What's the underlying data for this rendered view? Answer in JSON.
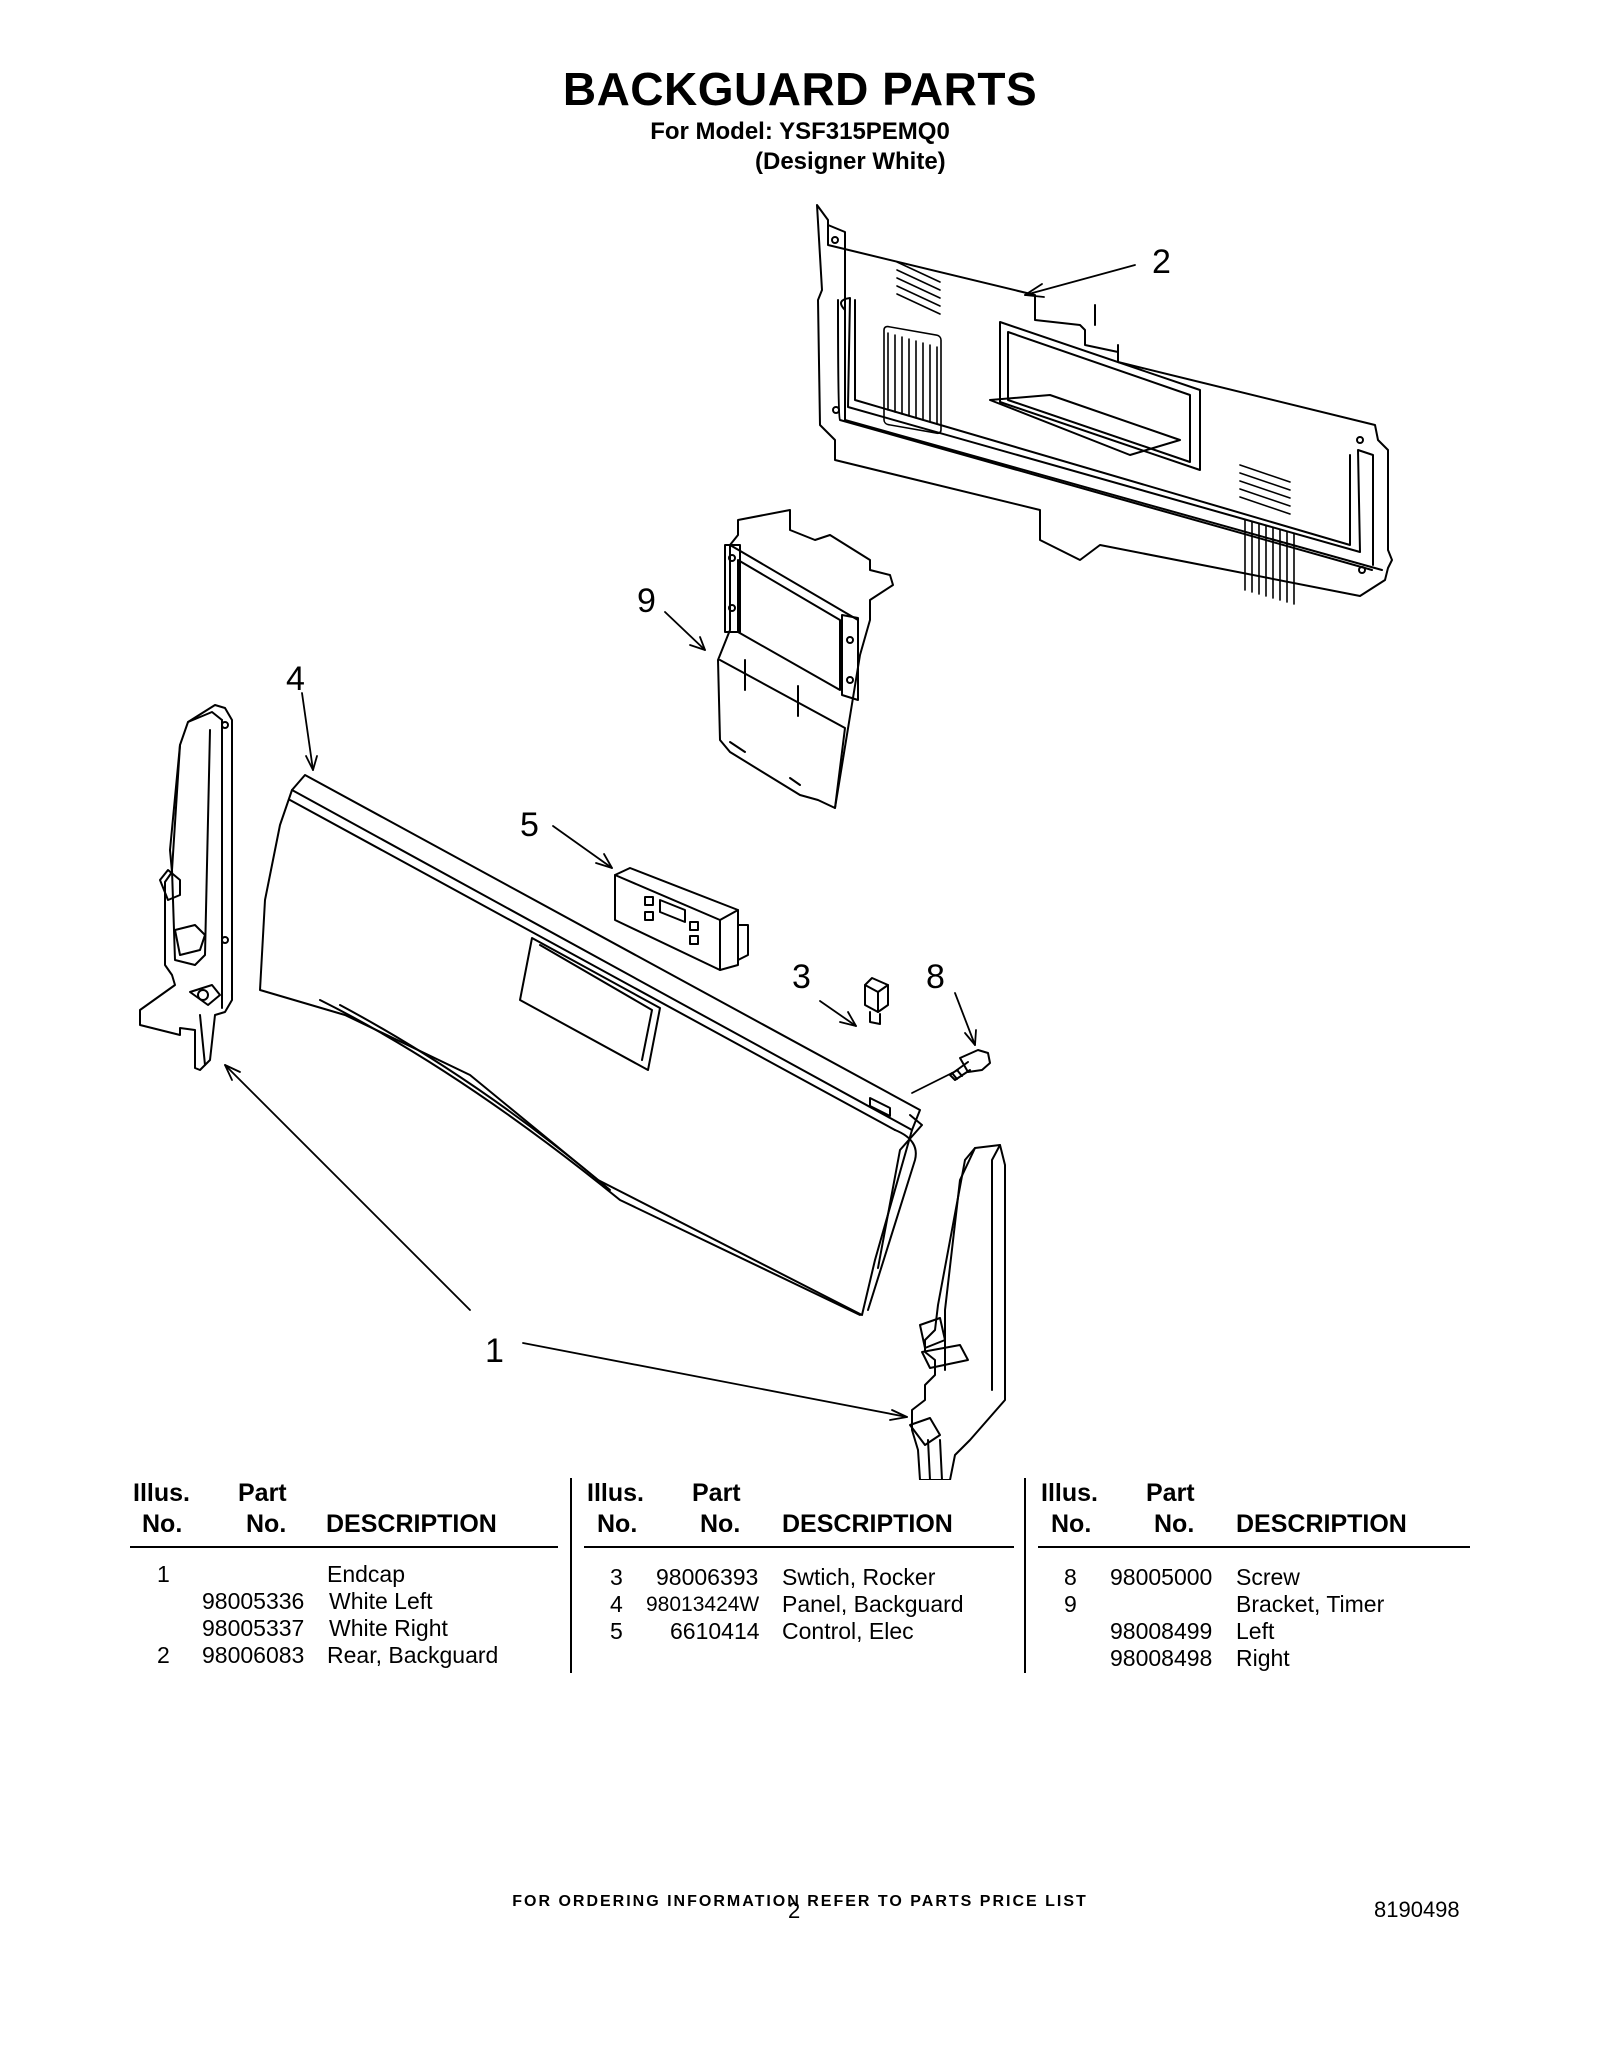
{
  "header": {
    "title": "BACKGUARD PARTS",
    "model_line": "For Model: YSF315PEMQ0",
    "color_line": "(Designer White)"
  },
  "callouts": {
    "c1": "1",
    "c2": "2",
    "c3": "3",
    "c4": "4",
    "c5": "5",
    "c8": "8",
    "c9": "9"
  },
  "columns": [
    {
      "illus_header": "Illus.",
      "illus_header2": "No.",
      "part_header": "Part",
      "part_header2": "No.",
      "desc_header": "DESCRIPTION",
      "rows": [
        {
          "illus": "1",
          "part": "",
          "desc": "Endcap"
        },
        {
          "illus": "",
          "part": "98005336",
          "desc": "White Left"
        },
        {
          "illus": "",
          "part": "98005337",
          "desc": "White Right"
        },
        {
          "illus": "2",
          "part": "98006083",
          "desc": "Rear, Backguard"
        }
      ]
    },
    {
      "illus_header": "Illus.",
      "illus_header2": "No.",
      "part_header": "Part",
      "part_header2": "No.",
      "desc_header": "DESCRIPTION",
      "rows": [
        {
          "illus": "3",
          "part": "98006393",
          "desc": "Swtich, Rocker"
        },
        {
          "illus": "4",
          "part": "98013424W",
          "desc": "Panel, Backguard"
        },
        {
          "illus": "5",
          "part": "6610414",
          "desc": "Control, Elec"
        }
      ]
    },
    {
      "illus_header": "Illus.",
      "illus_header2": "No.",
      "part_header": "Part",
      "part_header2": "No.",
      "desc_header": "DESCRIPTION",
      "rows": [
        {
          "illus": "8",
          "part": "98005000",
          "desc": "Screw"
        },
        {
          "illus": "9",
          "part": "",
          "desc": "Bracket, Timer"
        },
        {
          "illus": "",
          "part": "98008499",
          "desc": "Left"
        },
        {
          "illus": "",
          "part": "98008498",
          "desc": "Right"
        }
      ]
    }
  ],
  "footer": {
    "ordering_note": "FOR ORDERING INFORMATION REFER TO PARTS PRICE LIST",
    "page_number": "2",
    "document_number": "8190498"
  }
}
